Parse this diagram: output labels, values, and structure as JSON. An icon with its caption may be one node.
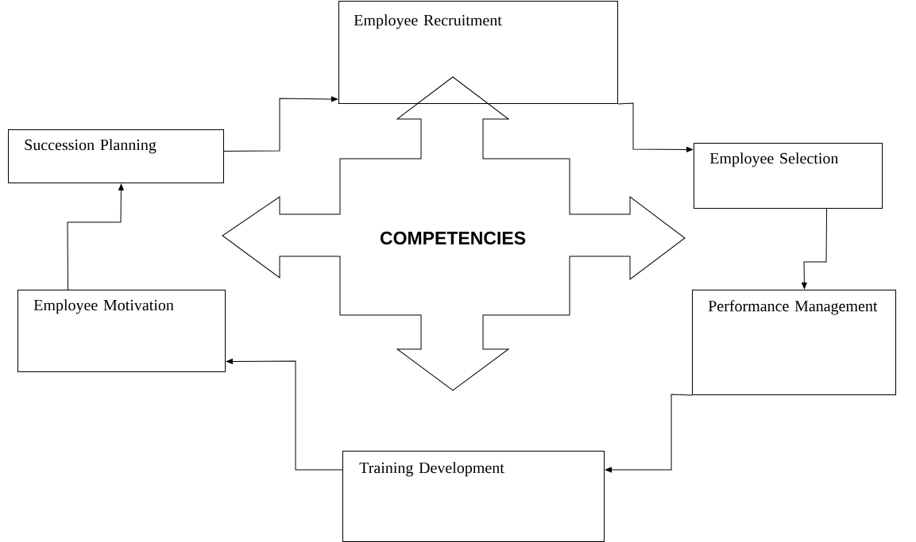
{
  "diagram": {
    "nodes": [
      {
        "text": [
          "Employee Recruitment"
        ]
      },
      {
        "text": [
          "Succession Planning"
        ]
      },
      {
        "text": [
          "Employee Selection"
        ]
      },
      {
        "text": [
          "Employee Motivation"
        ]
      },
      {
        "text": [
          "Performance Management"
        ]
      },
      {
        "text": [
          "Training Development"
        ]
      },
      {
        "text": [
          "COMPETENCIES"
        ]
      }
    ],
    "edges": [
      {
        "from": 1,
        "to": 0,
        "arrow": "to"
      },
      {
        "from": 0,
        "to": 2,
        "arrow": "to"
      },
      {
        "from": 2,
        "to": 4,
        "arrow": "to"
      },
      {
        "from": 4,
        "to": 5,
        "arrow": "to"
      },
      {
        "from": 5,
        "to": 3,
        "arrow": "to"
      },
      {
        "from": 3,
        "to": 1,
        "arrow": "to"
      }
    ]
  }
}
